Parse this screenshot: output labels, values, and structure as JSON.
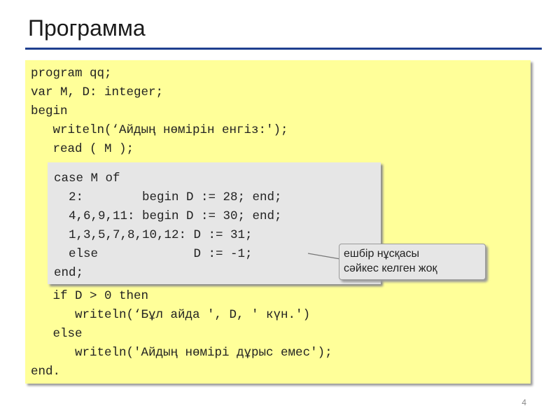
{
  "slide": {
    "title": "Программа",
    "page_number": "4"
  },
  "colors": {
    "title_rule": "#1f3f8f",
    "code_background": "#ffff99",
    "case_background": "#e6e6e6"
  },
  "code": {
    "lines": [
      "program qq;",
      "var M, D: integer;",
      "begin",
      "   writeln(‘Айдың нөмірін енгіз:');",
      "   read ( M );",
      "   if D > 0 then",
      "      writeln(‘Бұл айда ', D, ' күн.')",
      "   else",
      "      writeln('Айдың нөмірі дұрыс емес');",
      "end."
    ],
    "case_lines": [
      "case M of",
      "  2:        begin D := 28; end;",
      "  4,6,9,11: begin D := 30; end;",
      "  1,3,5,7,8,10,12: D := 31;",
      "  else             D := -1;",
      "end;"
    ]
  },
  "callout": {
    "line1": "ешбір нұсқасы",
    "line2": "сәйкес келген жоқ"
  }
}
